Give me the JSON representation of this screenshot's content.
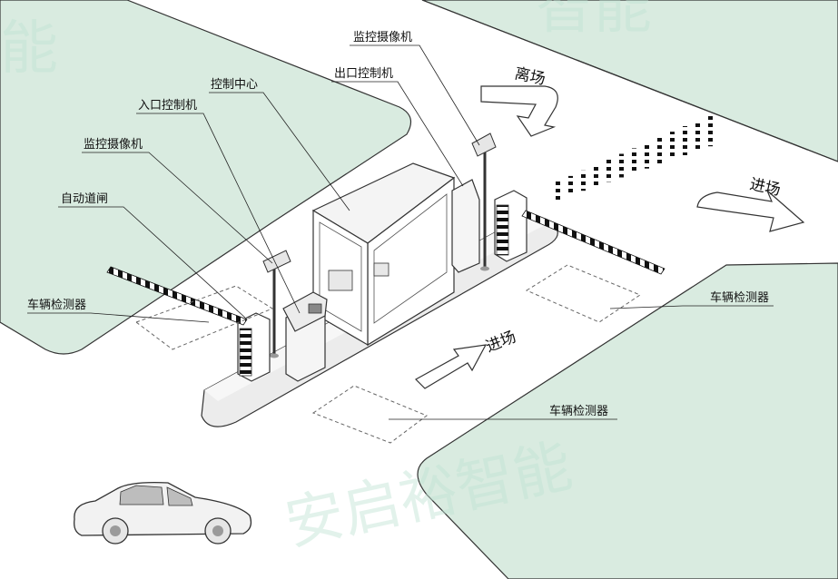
{
  "labels": {
    "monitor_camera_top": "监控摄像机",
    "exit_controller": "出口控制机",
    "control_center": "控制中心",
    "entry_controller": "入口控制机",
    "monitor_camera_left": "监控摄像机",
    "auto_barrier": "自动道闸",
    "vehicle_detector_left": "车辆检测器",
    "vehicle_detector_right": "车辆检测器",
    "vehicle_detector_bottom": "车辆检测器"
  },
  "arrows": {
    "exit": "离场",
    "enter_right": "进场",
    "enter_center": "进场"
  },
  "watermark": {
    "top": "智能",
    "left": "能",
    "bottom": "安启裕智能"
  },
  "colors": {
    "lawn": "#d9ebe0",
    "island": "#ececec",
    "stripe": "#111111"
  }
}
